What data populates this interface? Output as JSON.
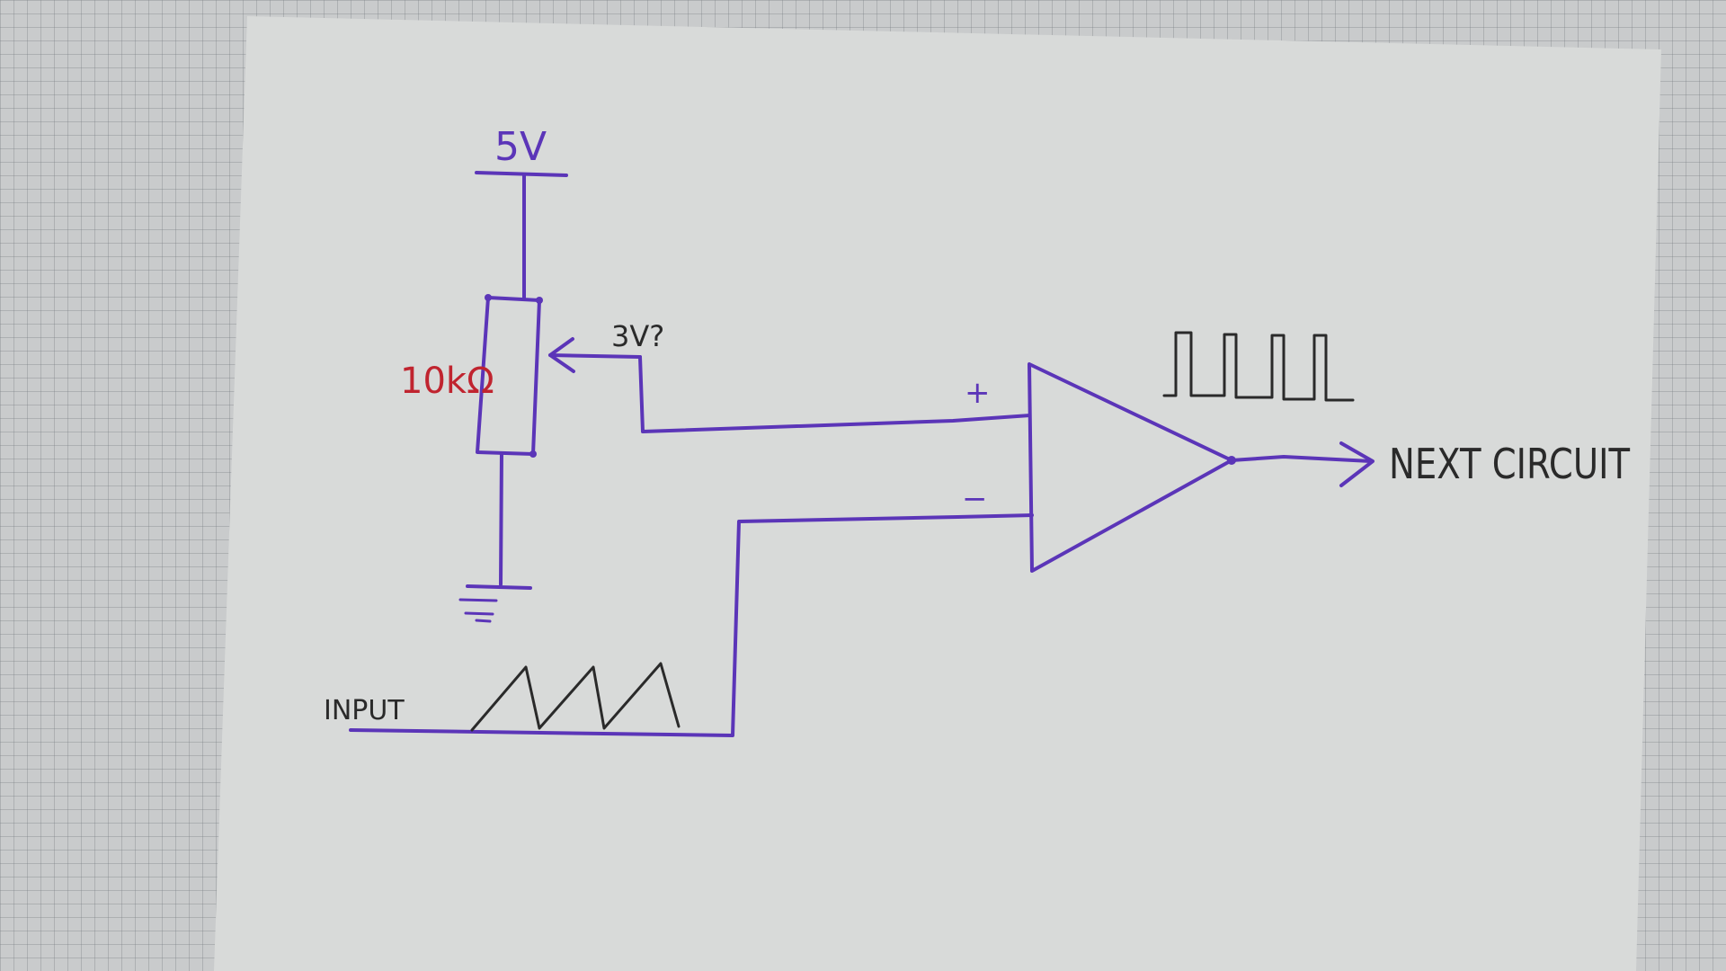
{
  "labels": {
    "supply": "5V",
    "resistor": "10kΩ",
    "wiper": "3V?",
    "plus": "+",
    "minus": "−",
    "input": "INPUT",
    "output": "NEXT CIRCUIT"
  },
  "colors": {
    "paper": "#d8dad9",
    "wire": "#5b35b8",
    "ink": "#2a2a2a",
    "resistor_label": "#c0242f",
    "grid_bg": "#c9cbcc"
  },
  "icons": {
    "ground": "ground-symbol-icon",
    "comparator": "op-amp-triangle-icon",
    "potentiometer": "potentiometer-icon",
    "output_arrow": "arrow-right-icon"
  }
}
